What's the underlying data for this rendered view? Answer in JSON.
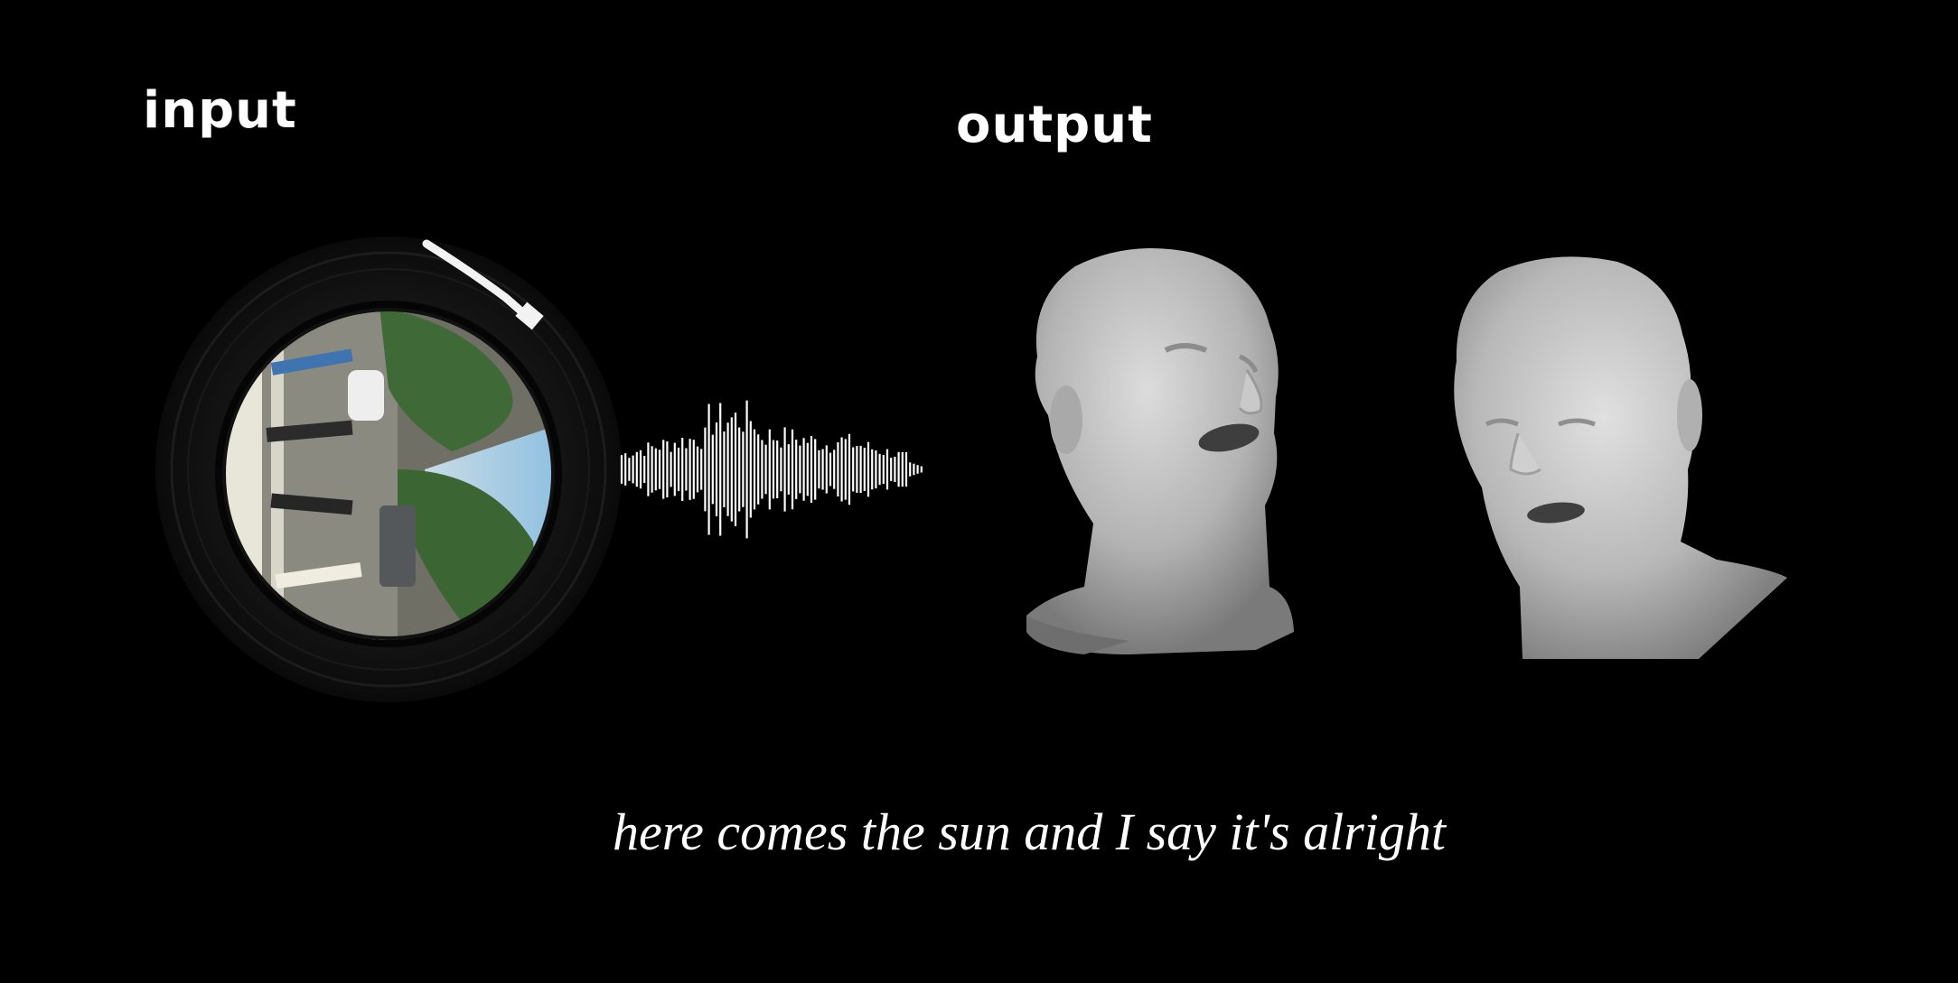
{
  "labels": {
    "input": "input",
    "output": "output"
  },
  "caption": "here comes the sun and I say it's alright",
  "colors": {
    "background": "#000000",
    "text": "#ffffff",
    "vinyl": "#141414",
    "head": "#bdbdbd"
  },
  "icons": {
    "record": "vinyl-record-icon",
    "waveform": "audio-waveform-icon",
    "tonearm": "tonearm-icon"
  }
}
